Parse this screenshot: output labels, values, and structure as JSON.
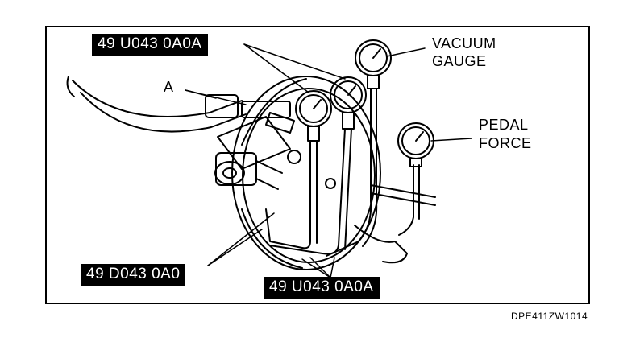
{
  "labels": {
    "tool_top": "49 U043 0A0A",
    "tool_bottom_left": "49 D043 0A0",
    "tool_bottom_right": "49 U043 0A0A",
    "part_a": "A",
    "vacuum_gauge_line1": "VACUUM",
    "vacuum_gauge_line2": "GAUGE",
    "pedal_force_line1": "PEDAL",
    "pedal_force_line2": "FORCE"
  },
  "figure_code": "DPE411ZW1014"
}
